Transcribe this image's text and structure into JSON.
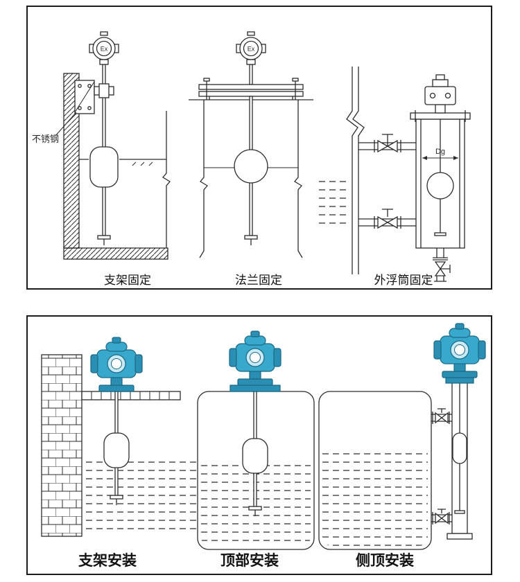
{
  "page": {
    "background": "#ffffff"
  },
  "colors": {
    "line": "#2b2b2b",
    "panel_border": "#1a1a1a",
    "transmitter_blue": "#38a8cc",
    "transmitter_blue_mid": "#2a8fb2",
    "transmitter_blue_dark": "#1b6884",
    "transmitter_blue_light": "#c9e9f4"
  },
  "top_panel": {
    "captions": [
      {
        "label": "支架固定"
      },
      {
        "label": "法兰固定"
      },
      {
        "label": "外浮筒固定"
      }
    ],
    "labels": {
      "stainless_steel": "不锈钢",
      "ex": "Ex",
      "dg": "Dg"
    }
  },
  "bottom_panel": {
    "captions": [
      {
        "label": "支架安装"
      },
      {
        "label": "顶部安装"
      },
      {
        "label": "侧顶安装"
      }
    ]
  }
}
